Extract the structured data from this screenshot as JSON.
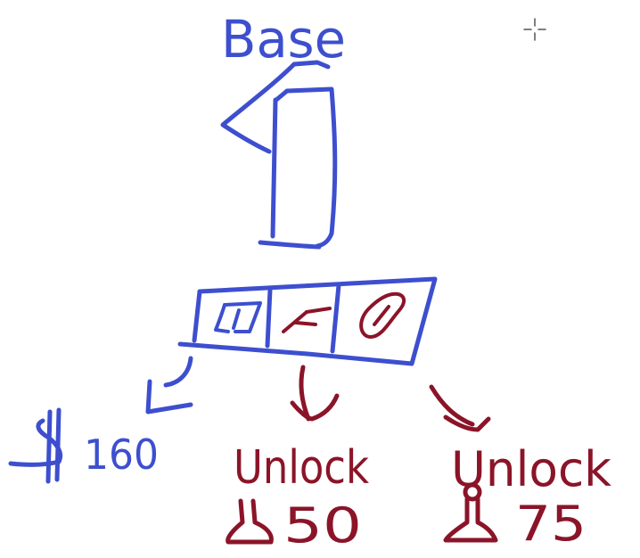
{
  "colors": {
    "blue_ink": "#3d4fcf",
    "red_ink": "#8b1428",
    "background": "#ffffff"
  },
  "title": "Base",
  "slots": [
    {
      "icon": "sword-icon"
    },
    {
      "icon": "slash-icon"
    },
    {
      "icon": "chain-icon"
    }
  ],
  "outcomes": [
    {
      "label": "",
      "currency_icon": "dollar-icon",
      "value": "160"
    },
    {
      "label": "Unlock",
      "currency_icon": "flask-icon",
      "value": "50"
    },
    {
      "label": "Unlock",
      "currency_icon": "flask-icon",
      "value": "75"
    }
  ],
  "cursor": {
    "icon": "crosshair-cursor-icon"
  }
}
